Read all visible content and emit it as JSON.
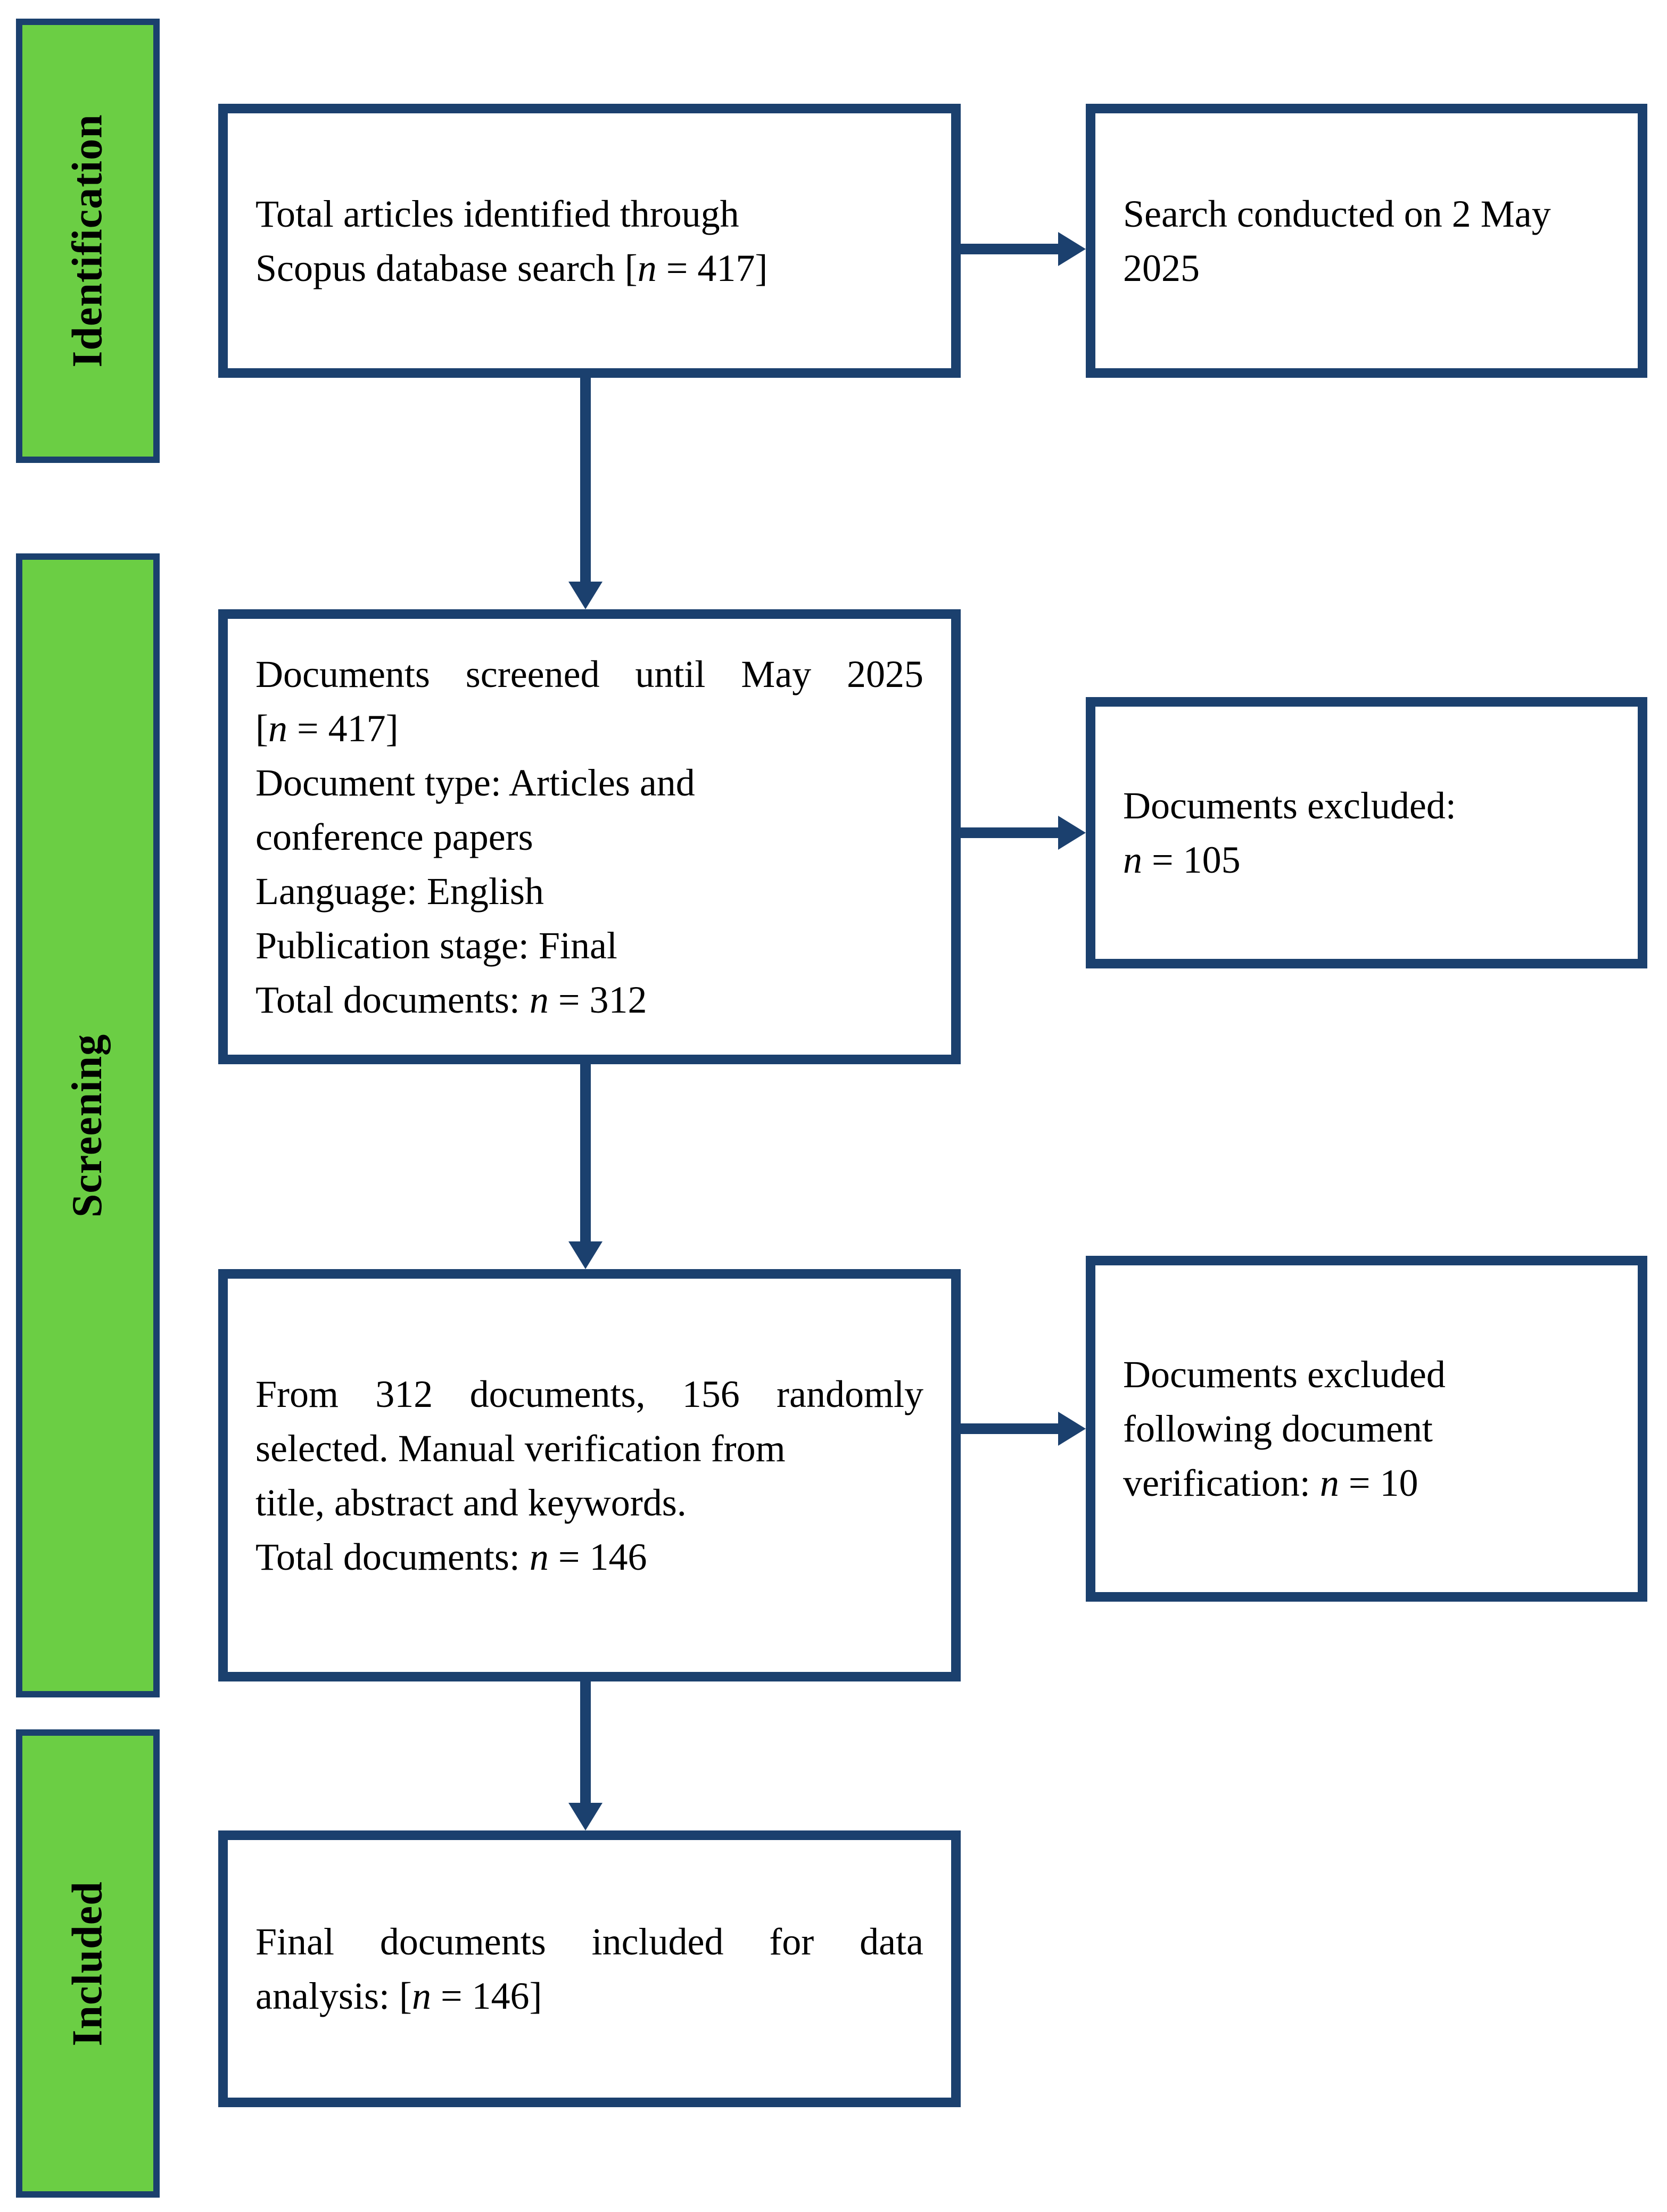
{
  "diagram": {
    "title": "PRISMA-style document selection flow diagram",
    "colors": {
      "accent_navy": "#1B406E",
      "stage_green": "#6BCE44",
      "text_black": "#000000"
    },
    "stages": [
      {
        "label": "Identification"
      },
      {
        "label": "Screening"
      },
      {
        "label": "Included"
      }
    ],
    "boxes": {
      "identified": {
        "lines": [
          {
            "t": "Total articles identified through"
          },
          {
            "t": "Scopus database search [*n* = 417]"
          }
        ]
      },
      "search_date": {
        "lines": [
          {
            "t": "Search conducted on 2 May"
          },
          {
            "t": "2025"
          }
        ]
      },
      "screened": {
        "lines": [
          {
            "t": "Documents screened until May 2025",
            "j": true
          },
          {
            "t": "[*n* = 417]"
          },
          {
            "t": "Document type: Articles and"
          },
          {
            "t": "conference papers"
          },
          {
            "t": "Language: English"
          },
          {
            "t": "Publication stage: Final"
          },
          {
            "t": "Total documents: *n* = 312"
          }
        ]
      },
      "excluded_screening": {
        "lines": [
          {
            "t": "Documents excluded:"
          },
          {
            "t": "*n* = 105"
          }
        ]
      },
      "verified": {
        "lines": [
          {
            "t": "From 312 documents, 156 randomly",
            "j": true
          },
          {
            "t": "selected. Manual verification from"
          },
          {
            "t": "title, abstract and keywords."
          },
          {
            "t": "Total documents: *n* = 146"
          }
        ]
      },
      "excluded_verification": {
        "lines": [
          {
            "t": "Documents excluded"
          },
          {
            "t": "following document"
          },
          {
            "t": "verification: *n* = 10"
          }
        ]
      },
      "included_final": {
        "lines": [
          {
            "t": "Final documents included for data",
            "j": true
          },
          {
            "t": "analysis: [*n* = 146]"
          }
        ]
      }
    }
  }
}
